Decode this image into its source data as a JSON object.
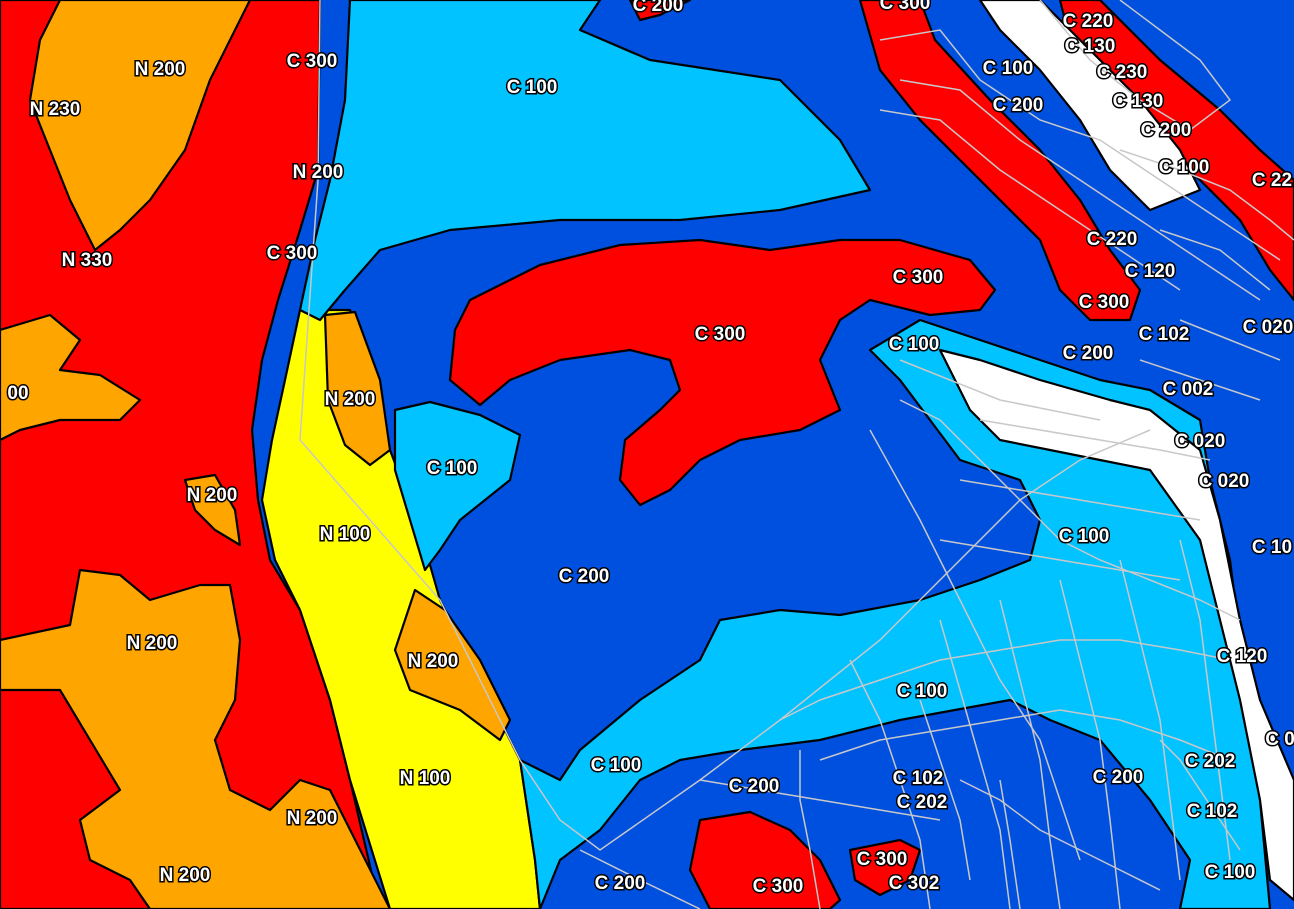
{
  "colors": {
    "N100": "#ffff00",
    "N200": "#ffa500",
    "N300": "#ff0000",
    "C100": "#00c3ff",
    "C200": "#0050e0",
    "C300": "#ff0000",
    "C000": "#ffffff",
    "parcel": "#c8c8c8",
    "label_fill": "#ffffff",
    "label_stroke": "#000000"
  },
  "labels": [
    {
      "id": "l01",
      "text": "N 200"
    },
    {
      "id": "l02",
      "text": "N 230"
    },
    {
      "id": "l03",
      "text": "C 300"
    },
    {
      "id": "l04",
      "text": "C 100"
    },
    {
      "id": "l05",
      "text": "N 200"
    },
    {
      "id": "l06",
      "text": "N 330"
    },
    {
      "id": "l07",
      "text": "C 300"
    },
    {
      "id": "l08",
      "text": "C 300"
    },
    {
      "id": "l09",
      "text": "C 300"
    },
    {
      "id": "l10",
      "text": "C 100"
    },
    {
      "id": "l11",
      "text": "N 200"
    },
    {
      "id": "l12",
      "text": "C 100"
    },
    {
      "id": "l13",
      "text": "N 200"
    },
    {
      "id": "l14",
      "text": "N 100"
    },
    {
      "id": "l15",
      "text": "C 200"
    },
    {
      "id": "l16",
      "text": "N 200"
    },
    {
      "id": "l17",
      "text": "N 200"
    },
    {
      "id": "l18",
      "text": "C 100"
    },
    {
      "id": "l19",
      "text": "N 100"
    },
    {
      "id": "l20",
      "text": "C 100"
    },
    {
      "id": "l21",
      "text": "C 200"
    },
    {
      "id": "l22",
      "text": "N 200"
    },
    {
      "id": "l23",
      "text": "N 200"
    },
    {
      "id": "l24",
      "text": "C 200"
    },
    {
      "id": "l25",
      "text": "C 300"
    },
    {
      "id": "l26",
      "text": "C 300"
    },
    {
      "id": "l27",
      "text": "C 302"
    },
    {
      "id": "l28",
      "text": "C 102"
    },
    {
      "id": "l29",
      "text": "C 202"
    },
    {
      "id": "l30",
      "text": "C 220"
    },
    {
      "id": "l31",
      "text": "C 130"
    },
    {
      "id": "l32",
      "text": "C 100"
    },
    {
      "id": "l33",
      "text": "C 230"
    },
    {
      "id": "l34",
      "text": "C 200"
    },
    {
      "id": "l35",
      "text": "C 130"
    },
    {
      "id": "l36",
      "text": "C 200"
    },
    {
      "id": "l37",
      "text": "C 100"
    },
    {
      "id": "l38",
      "text": "C 22"
    },
    {
      "id": "l39",
      "text": "C 220"
    },
    {
      "id": "l40",
      "text": "C 120"
    },
    {
      "id": "l41",
      "text": "C 300"
    },
    {
      "id": "l42",
      "text": "C 200"
    },
    {
      "id": "l43",
      "text": "C 102"
    },
    {
      "id": "l44",
      "text": "C 020"
    },
    {
      "id": "l45",
      "text": "C 002"
    },
    {
      "id": "l46",
      "text": "C 020"
    },
    {
      "id": "l47",
      "text": "C 020"
    },
    {
      "id": "l48",
      "text": "C 100"
    },
    {
      "id": "l49",
      "text": "C 10"
    },
    {
      "id": "l50",
      "text": "C 120"
    },
    {
      "id": "l51",
      "text": "C 200"
    },
    {
      "id": "l52",
      "text": "C 202"
    },
    {
      "id": "l53",
      "text": "C 102"
    },
    {
      "id": "l54",
      "text": "C 100"
    },
    {
      "id": "l55",
      "text": "C 0"
    },
    {
      "id": "l56",
      "text": "00"
    },
    {
      "id": "l57",
      "text": "C 200"
    },
    {
      "id": "l58",
      "text": "C 300"
    }
  ]
}
